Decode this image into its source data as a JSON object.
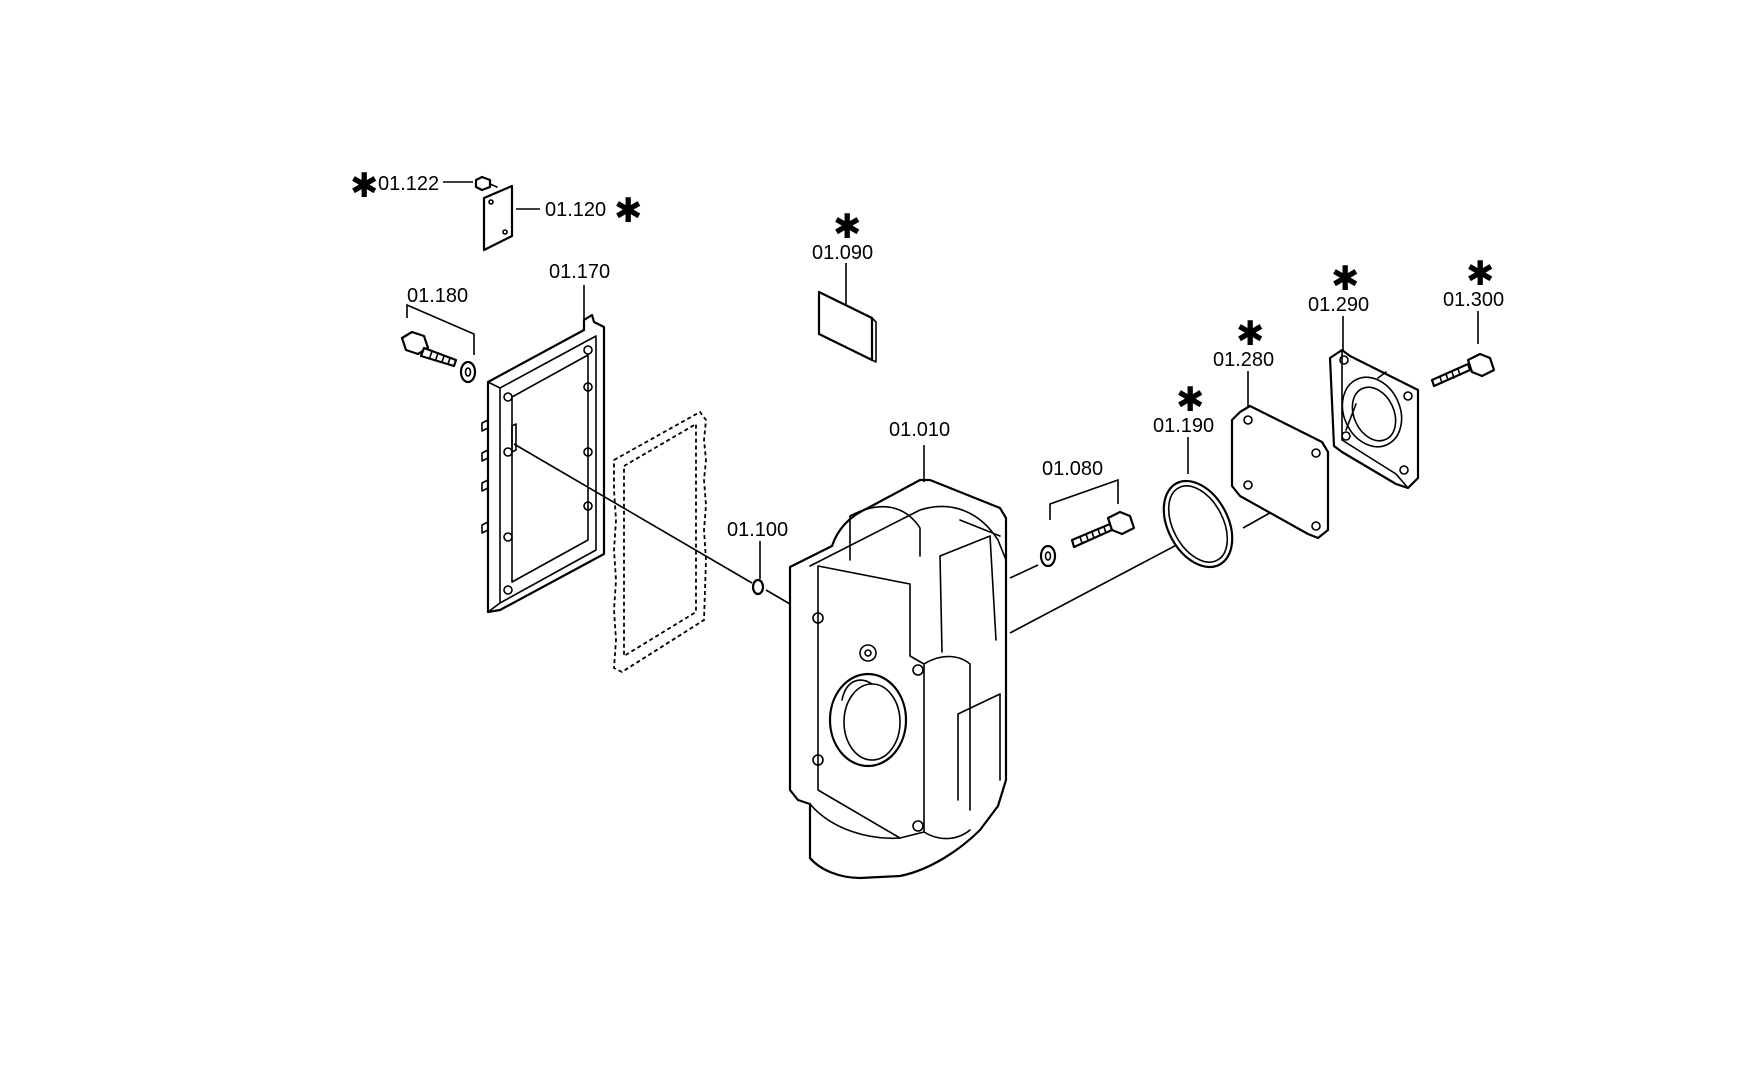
{
  "diagram": {
    "asterisk": "✱",
    "labels": {
      "p01122": "01.122",
      "p01120": "01.120",
      "p01170": "01.170",
      "p01180": "01.180",
      "p01090": "01.090",
      "p01100": "01.100",
      "p01010": "01.010",
      "p01080": "01.080",
      "p01190": "01.190",
      "p01280": "01.280",
      "p01290": "01.290",
      "p01300": "01.300"
    },
    "marked_parts": [
      "01.122",
      "01.120",
      "01.090",
      "01.190",
      "01.280",
      "01.290",
      "01.300"
    ]
  }
}
